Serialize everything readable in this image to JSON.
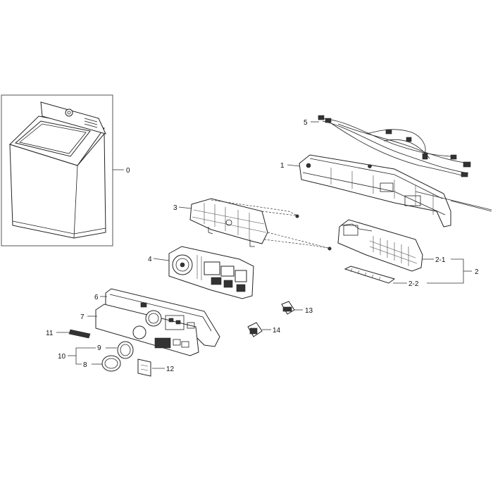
{
  "callouts": {
    "c0": "0",
    "c1": "1",
    "c2": "2",
    "c2_1": "2-1",
    "c2_2": "2-2",
    "c3": "3",
    "c4": "4",
    "c5": "5",
    "c6": "6",
    "c7": "7",
    "c8": "8",
    "c9": "9",
    "c10": "10",
    "c11": "11",
    "c12": "12",
    "c13": "13",
    "c14": "14"
  },
  "icons": {
    "washer": "washer-illustration-icon",
    "wire_harness": "wire-harness-icon",
    "control_panel_frame": "control-panel-frame-icon",
    "pcb_cover": "pcb-cover-icon",
    "main_pcb": "main-pcb-icon",
    "panel_decor": "panel-decor-icon",
    "knob": "knob-icon"
  }
}
